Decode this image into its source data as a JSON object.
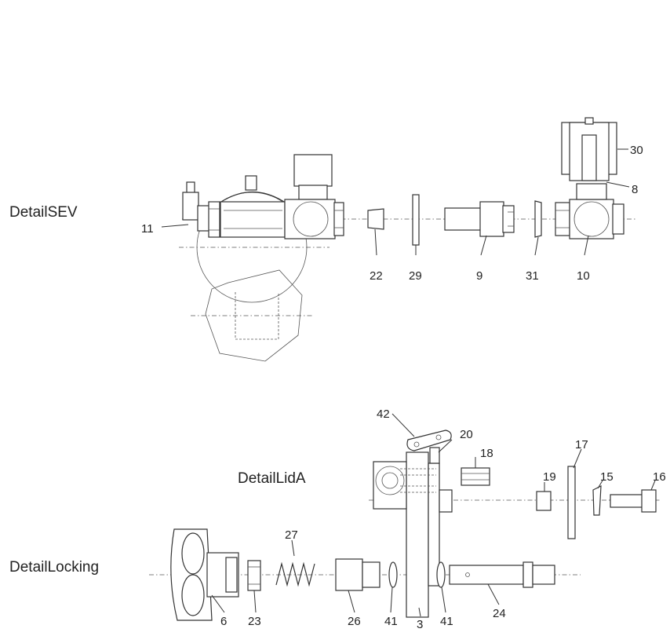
{
  "sections": {
    "sev": "DetailSEV",
    "lid": "DetailLidA",
    "locking": "DetailLocking"
  },
  "parts": {
    "p11": "11",
    "p22": "22",
    "p29": "29",
    "p9": "9",
    "p31": "31",
    "p10": "10",
    "p30": "30",
    "p8": "8",
    "p42": "42",
    "p20": "20",
    "p18": "18",
    "p17": "17",
    "p19": "19",
    "p15": "15",
    "p16": "16",
    "p27": "27",
    "p6": "6",
    "p23": "23",
    "p26": "26",
    "p41a": "41",
    "p3": "3",
    "p41b": "41",
    "p24": "24"
  }
}
